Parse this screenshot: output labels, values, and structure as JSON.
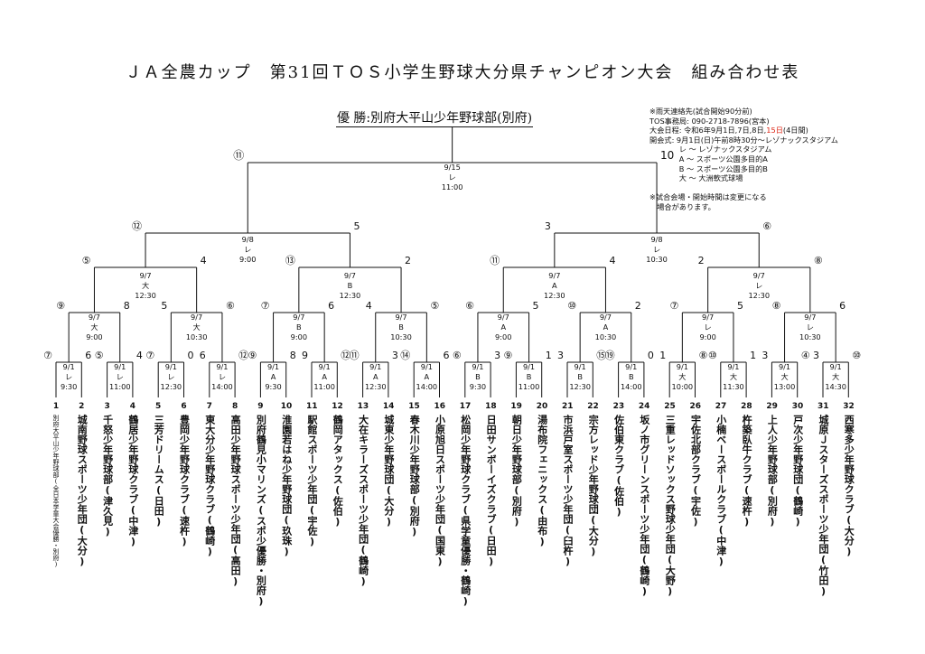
{
  "title": "ＪＡ全農カップ　第31回ＴＯＳ小学生野球大分県チャンピオン大会　組み合わせ表",
  "champion": "優 勝:別府大平山少年野球部(別府)",
  "info": {
    "lines": [
      "※雨天連絡先(試合開始90分前)",
      "TOS事務局: 090-2718-7896(宮本)",
      "大会日程: 令和6年9月1日,7日,8日,",
      "開会式: 9月1日(日)午前8時30分～レゾナックスタジアム",
      "　　　　レ ～ レゾナックスタジアム",
      "　　　　A ～ スポーツ公園多目的A",
      "　　　　B ～ スポーツ公園多目的B",
      "　　　　大 ～ 大洲軟式球場",
      "",
      "※試合会場・開始時間は変更になる",
      "　場合があります。"
    ],
    "schedule_red": "15日",
    "schedule_tail": "(4日間)"
  },
  "teams": [
    {
      "no": "1",
      "name": "別府大平山少年野球部(全日本学童大会優勝・別府)",
      "small": true
    },
    {
      "no": "2",
      "name": "城南野球スポーツ少年団(大分)"
    },
    {
      "no": "3",
      "name": "千怒少年野球部(津久見)"
    },
    {
      "no": "4",
      "name": "鶴居少年野球クラブ(中津)"
    },
    {
      "no": "5",
      "name": "三芳ドリームス(日田)"
    },
    {
      "no": "6",
      "name": "豊岡少年野球クラブ(速杵)"
    },
    {
      "no": "7",
      "name": "東大分少年野球クラブ(鶴崎)"
    },
    {
      "no": "8",
      "name": "高田少年野球スポーツ少年団(高田)"
    },
    {
      "no": "9",
      "name": "別府鶴見小マリンズ(スポ少優勝・別府)"
    },
    {
      "no": "10",
      "name": "淮園若はね少年野球団(玖珠)"
    },
    {
      "no": "11",
      "name": "駅館スポーツ少年団(宇佐)"
    },
    {
      "no": "12",
      "name": "鶴岡アタックス(佐伯)"
    },
    {
      "no": "13",
      "name": "大在キラーズスポーツ少年団(鶴崎)"
    },
    {
      "no": "14",
      "name": "城東少年野球団(大分)"
    },
    {
      "no": "15",
      "name": "春木川少年野球部(別府)"
    },
    {
      "no": "16",
      "name": "小原旭日スポーツ少年団(国東)"
    },
    {
      "no": "17",
      "name": "松岡少年野球クラブ(県学童優勝・鶴崎)"
    },
    {
      "no": "18",
      "name": "日田サンボーイズクラブ(日田)"
    },
    {
      "no": "19",
      "name": "朝日少年野球部(別府)"
    },
    {
      "no": "20",
      "name": "湯布院フェニックス(由布)"
    },
    {
      "no": "21",
      "name": "市浜戸室スポーツ少年団(臼杵)"
    },
    {
      "no": "22",
      "name": "宗方レッド少年野球団(大分)"
    },
    {
      "no": "23",
      "name": "佐伯東クラブ(佐伯)"
    },
    {
      "no": "24",
      "name": "坂ノ市グリーンスポーツ少年団(鶴崎)"
    },
    {
      "no": "25",
      "name": "三重レッドソックス野球少年団(大野)"
    },
    {
      "no": "26",
      "name": "宇佐北部クラブ(宇佐)"
    },
    {
      "no": "27",
      "name": "小楠ベースボールクラブ(中津)"
    },
    {
      "no": "28",
      "name": "杵築臥牛クラブ(速杵)"
    },
    {
      "no": "29",
      "name": "上人少年野球部(別府)"
    },
    {
      "no": "30",
      "name": "戸次少年野球団(鶴崎)"
    },
    {
      "no": "31",
      "name": "城原Ｊスターズスポーツ少年団(竹田)"
    },
    {
      "no": "32",
      "name": "西寒多少年野球クラブ(大分)"
    }
  ],
  "r1_matches": [
    {
      "date": "9/1",
      "venue": "レ",
      "time": "9:30",
      "sl": "⑦",
      "sr": "6"
    },
    {
      "date": "9/1",
      "venue": "レ",
      "time": "11:00",
      "sl": "⑤",
      "sr": "4"
    },
    {
      "date": "9/1",
      "venue": "レ",
      "time": "12:30",
      "sl": "⑦",
      "sr": "0"
    },
    {
      "date": "9/1",
      "venue": "レ",
      "time": "14:00",
      "sl": "6",
      "sr": "⑫"
    },
    {
      "date": "9/1",
      "venue": "A",
      "time": "9:30",
      "sl": "⑨",
      "sr": "8"
    },
    {
      "date": "9/1",
      "venue": "A",
      "time": "11:00",
      "sl": "9",
      "sr": "⑫"
    },
    {
      "date": "9/1",
      "venue": "A",
      "time": "12:30",
      "sl": "⑪",
      "sr": "3"
    },
    {
      "date": "9/1",
      "venue": "A",
      "time": "14:00",
      "sl": "⑭",
      "sr": "6"
    },
    {
      "date": "9/1",
      "venue": "B",
      "time": "9:30",
      "sl": "⑥",
      "sr": "3"
    },
    {
      "date": "9/1",
      "venue": "B",
      "time": "11:00",
      "sl": "⑨",
      "sr": "1"
    },
    {
      "date": "9/1",
      "venue": "B",
      "time": "12:30",
      "sl": "3",
      "sr": "⑮"
    },
    {
      "date": "9/1",
      "venue": "B",
      "time": "14:00",
      "sl": "⑲",
      "sr": "0"
    },
    {
      "date": "9/1",
      "venue": "大",
      "time": "10:00",
      "sl": "1",
      "sr": "⑧"
    },
    {
      "date": "9/1",
      "venue": "大",
      "time": "11:30",
      "sl": "⑩",
      "sr": "1"
    },
    {
      "date": "9/1",
      "venue": "大",
      "time": "13:00",
      "sl": "3",
      "sr": "④"
    },
    {
      "date": "9/1",
      "venue": "大",
      "time": "14:30",
      "sl": "3",
      "sr": "⑩"
    }
  ],
  "r2_matches": [
    {
      "date": "9/7",
      "venue": "大",
      "time": "9:00",
      "sl": "⑨",
      "sr": "8"
    },
    {
      "date": "9/7",
      "venue": "大",
      "time": "10:30",
      "sl": "5",
      "sr": "⑥"
    },
    {
      "date": "9/7",
      "venue": "B",
      "time": "9:00",
      "sl": "⑦",
      "sr": "6"
    },
    {
      "date": "9/7",
      "venue": "B",
      "time": "10:30",
      "sl": "4",
      "sr": "⑤"
    },
    {
      "date": "9/7",
      "venue": "A",
      "time": "9:00",
      "sl": "⑥",
      "sr": "5"
    },
    {
      "date": "9/7",
      "venue": "A",
      "time": "10:30",
      "sl": "⑩",
      "sr": "2"
    },
    {
      "date": "9/7",
      "venue": "レ",
      "time": "9:00",
      "sl": "⑦",
      "sr": "5"
    },
    {
      "date": "9/7",
      "venue": "レ",
      "time": "10:30",
      "sl": "⑧",
      "sr": "6"
    }
  ],
  "qf_matches": [
    {
      "date": "9/7",
      "venue": "大",
      "time": "12:30",
      "sl": "⑤",
      "sr": "4"
    },
    {
      "date": "9/7",
      "venue": "B",
      "time": "12:30",
      "sl": "⑬",
      "sr": "2"
    },
    {
      "date": "9/7",
      "venue": "A",
      "time": "12:30",
      "sl": "⑪",
      "sr": "4"
    },
    {
      "date": "9/7",
      "venue": "レ",
      "time": "12:30",
      "sl": "2",
      "sr": "⑧"
    }
  ],
  "sf_matches": [
    {
      "date": "9/8",
      "venue": "レ",
      "time": "9:00",
      "sl": "⑫",
      "sr": "5"
    },
    {
      "date": "9/8",
      "venue": "レ",
      "time": "10:30",
      "sl": "3",
      "sr": "⑥"
    }
  ],
  "final_match": {
    "date": "9/15",
    "venue": "レ",
    "time": "11:00",
    "sl": "⑪",
    "sr": "10"
  }
}
